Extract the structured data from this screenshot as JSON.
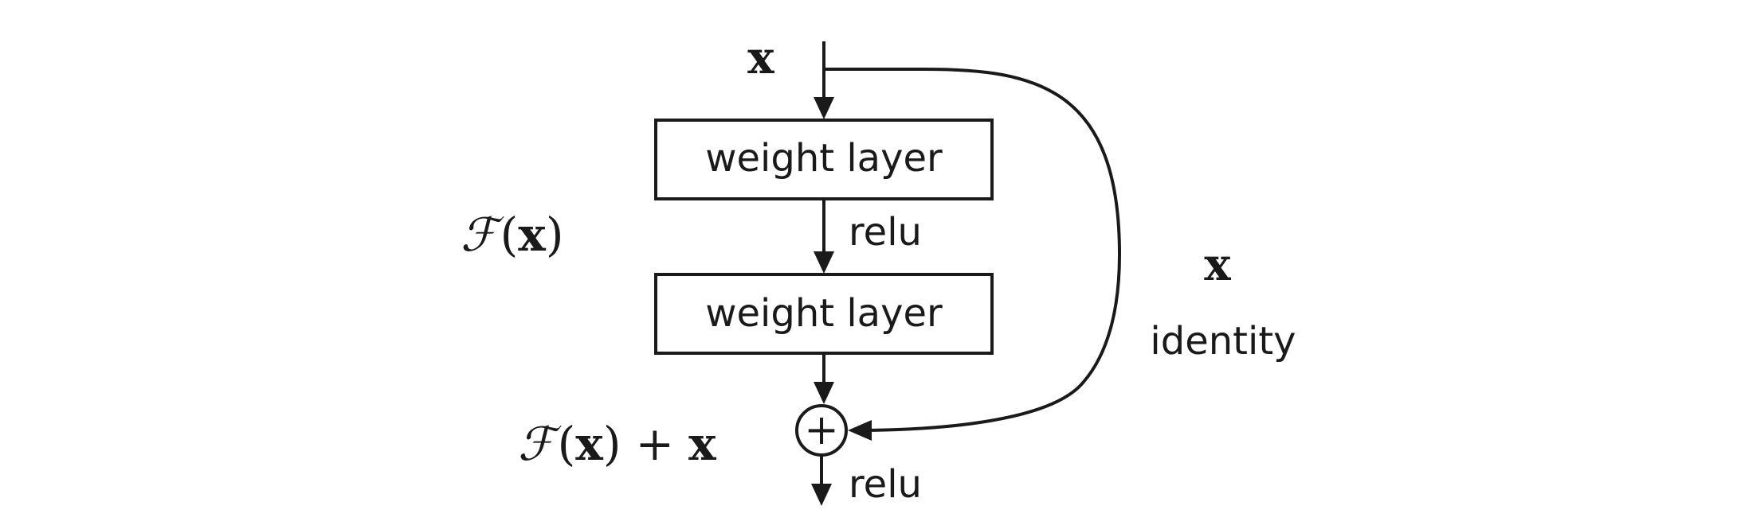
{
  "input_label": "x",
  "block1": {
    "label": "weight layer"
  },
  "activation1": {
    "label": "relu"
  },
  "block2": {
    "label": "weight layer"
  },
  "residual_function": {
    "symbol": "ℱ",
    "open": "(",
    "var": "x",
    "close": ")"
  },
  "sum_output": {
    "symbol": "ℱ",
    "open": "(",
    "var": "x",
    "close": ")",
    "plus": "+",
    "var2": "x"
  },
  "add_node": {
    "symbol": "+"
  },
  "activation2": {
    "label": "relu"
  },
  "shortcut": {
    "var": "x",
    "label": "identity"
  }
}
